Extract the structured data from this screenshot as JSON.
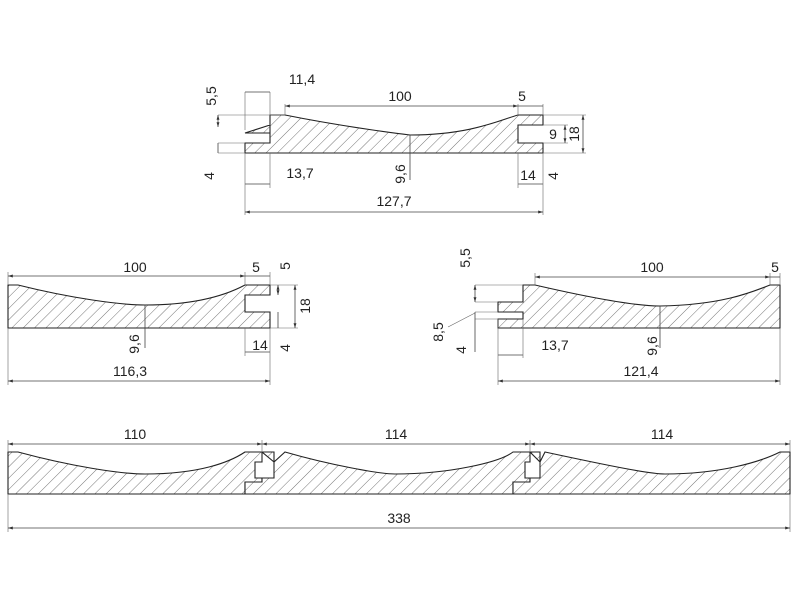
{
  "figures": [
    {
      "name": "profile-top",
      "labels": {
        "d1": "5,5",
        "d2": "11,4",
        "d3": "100",
        "d4": "5",
        "d5": "9",
        "d6": "18",
        "d7": "4",
        "d8": "13,7",
        "d9": "9,6",
        "d10": "14",
        "d11": "4",
        "d12": "127,7"
      }
    },
    {
      "name": "profile-left",
      "labels": {
        "d1": "100",
        "d2": "5",
        "d3": "5",
        "d4": "18",
        "d5": "9,6",
        "d6": "14",
        "d7": "4",
        "d8": "116,3"
      }
    },
    {
      "name": "profile-right",
      "labels": {
        "d1": "5,5",
        "d2": "100",
        "d3": "5",
        "d4": "8,5",
        "d5": "4",
        "d6": "13,7",
        "d7": "9,6",
        "d8": "121,4"
      }
    },
    {
      "name": "profile-assembly",
      "labels": {
        "d1": "110",
        "d2": "114",
        "d3": "114",
        "d4": "338"
      }
    }
  ]
}
